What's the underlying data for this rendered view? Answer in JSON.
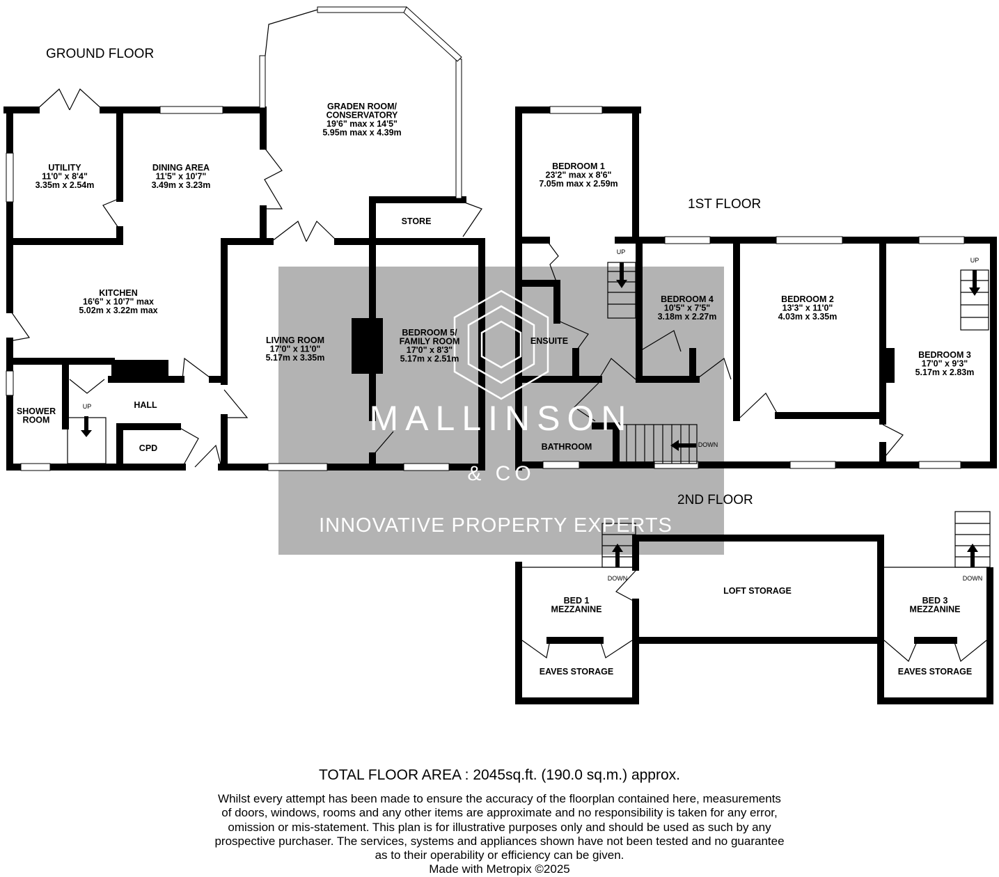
{
  "floors": {
    "ground": "GROUND FLOOR",
    "first": "1ST FLOOR",
    "second": "2ND FLOOR"
  },
  "rooms": {
    "conservatory": [
      "GRADEN ROOM/",
      "CONSERVATORY",
      "19'6\" max x 14'5\"",
      "5.95m max x 4.39m"
    ],
    "utility": [
      "UTILITY",
      "11'0\"  x 8'4\"",
      "3.35m  x 2.54m"
    ],
    "dining": [
      "DINING AREA",
      "11'5\"  x 10'7\"",
      "3.49m  x 3.23m"
    ],
    "kitchen": [
      "KITCHEN",
      "16'6\"  x 10'7\" max",
      "5.02m  x 3.22m max"
    ],
    "store": [
      "STORE"
    ],
    "living": [
      "LIVING ROOM",
      "17'0\"  x 11'0\"",
      "5.17m  x 3.35m"
    ],
    "bedroom5": [
      "BEDROOM 5/",
      "FAMILY ROOM",
      "17'0\"  x 8'3\"",
      "5.17m  x 2.51m"
    ],
    "shower": [
      "SHOWER",
      "ROOM"
    ],
    "hall": [
      "HALL"
    ],
    "cpd": [
      "CPD"
    ],
    "bedroom1": [
      "BEDROOM 1",
      "23'2\" max x 8'6\"",
      "7.05m max x 2.59m"
    ],
    "bedroom4": [
      "BEDROOM 4",
      "10'5\"  x 7'5\"",
      "3.18m  x 2.27m"
    ],
    "bedroom2": [
      "BEDROOM 2",
      "13'3\"  x 11'0\"",
      "4.03m  x 3.35m"
    ],
    "bedroom3": [
      "BEDROOM 3",
      "17'0\"  x 9'3\"",
      "5.17m  x 2.83m"
    ],
    "ensuite": [
      "ENSUITE"
    ],
    "bathroom": [
      "BATHROOM"
    ],
    "bed1mezz": [
      "BED 1",
      "MEZZANINE"
    ],
    "loft": [
      "LOFT  STORAGE"
    ],
    "bed3mezz": [
      "BED 3",
      "MEZZANINE"
    ],
    "eaves1": [
      "EAVES STORAGE"
    ],
    "eaves2": [
      "EAVES STORAGE"
    ]
  },
  "stair_labels": {
    "up": "UP",
    "down": "DOWN"
  },
  "watermark": {
    "name": "MALLINSON",
    "sub": "& CO",
    "tagline": "INNOVATIVE PROPERTY EXPERTS",
    "color": "#b3b3b3"
  },
  "footer": {
    "total": "TOTAL FLOOR AREA : 2045sq.ft. (190.0 sq.m.) approx.",
    "disclaimer": [
      "Whilst every attempt has been made to ensure the accuracy of the floorplan contained here, measurements",
      "of doors, windows, rooms and any other items are approximate and no responsibility is taken for any error,",
      "omission or mis-statement. This plan is for illustrative purposes only and should be used as such by any",
      "prospective purchaser. The services, systems and appliances shown have not been tested and no guarantee",
      "as to their operability or efficiency can be given."
    ],
    "credit": "Made with Metropix ©2025"
  }
}
